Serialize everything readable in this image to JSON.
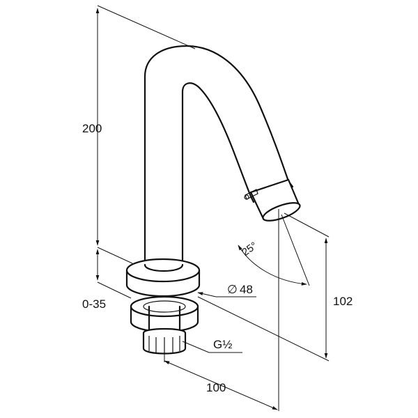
{
  "drawing": {
    "dimensions": {
      "height": "200",
      "adjust_range": "0-35",
      "diameter": "48",
      "thread": "G½",
      "reach": "100",
      "outlet_height": "102",
      "spray_angle": "25°"
    },
    "symbols": {
      "diameter_symbol": "∅"
    }
  }
}
